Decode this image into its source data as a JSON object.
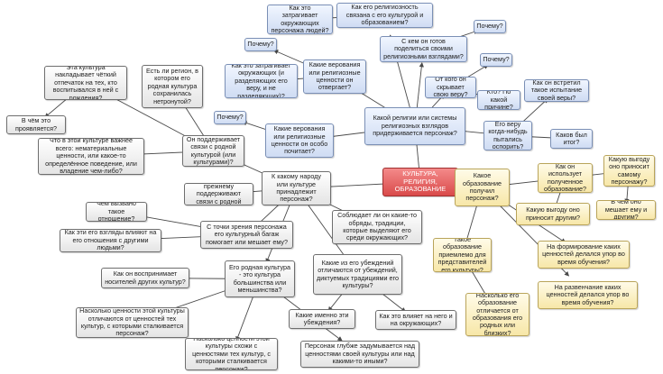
{
  "colors": {
    "central": "#e05a5a",
    "blue": "#cfdcf3",
    "yellow": "#f7e7a8",
    "grey": "#e4e4e4",
    "line": "#4a4a4a"
  },
  "nodes": {
    "central": "КУЛЬТУРА, РЕЛИГИЯ, ОБРАЗОВАНИЕ",
    "r_main": "Какой религии или системы религиозных взглядов придерживается персонаж?",
    "r_share": "С кем он готов поделиться своими религиозными взглядами?",
    "r_share_why": "Почему?",
    "r_hide": "От кого он скрывает свою веру?",
    "r_hide_why": "Почему?",
    "r_hide_reason": "Кто? По какой причине?",
    "r_test": "Его веру когда-нибудь пытались оспорить?",
    "r_test_how": "Как он встретил такое испытание своей веры?",
    "r_test_result": "Каков был итог?",
    "r_link": "Как его религиозность связана с его культурой и образованием?",
    "r_affects": "Как это затрагивает окружающих персонажа людей?",
    "r_reject": "Какие верования или религиозные ценности он отвергает?",
    "r_reject_why": "Почему?",
    "r_reject_affect": "Как это затрагивает окружающих (и разделяющих его веру, и не разделяющих)?",
    "r_honor": "Какие верования или религиозные ценности он особо почитает?",
    "r_honor_why": "Почему?",
    "c_people": "К какому народу или культуре принадлежит персонаж?",
    "c_ties": "Он поддерживает связи с родной культурой (или культурами)?",
    "c_mark": "Эта культура накладывает чёткий отпечаток на тех, кто воспитывался в ней с рождения?",
    "c_region": "Есть ли регион, в котором его родная культура сохранилась нетронутой?",
    "c_manifest": "В чём это проявляется?",
    "c_values": "Что в этой культуре важнее всего: нематериальные ценности, или какое-то определённое поведение, или владение чем-либо?",
    "c_relatives": "Его родные по-прежнему поддерживают связи с родной культурой?",
    "c_rites": "Соблюдает ли он какие-то обряды, традиции, которые выделяют его среди окружающих?",
    "c_baggage": "С точки зрения персонажа его культурный багаж помогает или мешает ему?",
    "c_baggage_why": "Чем вызвано такое отношение?",
    "c_baggage_others": "Как эти его взгляды влияют на его отношения с другими людьми?",
    "c_majority": "Его родная культура - это культура большинства или меньшинства?",
    "c_perceive": "Как он воспринимает носителей других культур?",
    "c_differ": "Насколько ценности этой культуры отличаются от ценностей тех культур, с которыми сталкивается персонаж?",
    "c_similar": "Насколько ценности этой культуры схожи с ценностями тех культур, с которыми сталкивается персонаж?",
    "c_beliefs": "Какие из его убеждений отличаются от убеждений, диктуемых традициями его культуры?",
    "c_which": "Какие именно эти убеждения?",
    "c_influence": "Как это влияет на него и на окружающих?",
    "c_deep": "Персонаж глубже задумывается над ценностями своей культуры или над какими-то иными?",
    "e_main": "Какое образование получил персонаж?",
    "e_use": "Как он использует полученное образование?",
    "e_benefit_self": "Какую выгоду оно приносит самому персонажу?",
    "e_benefit_others": "Какую выгоду оно приносит другим?",
    "e_what": "В чём оно мешает ему и другим?",
    "e_accept": "Такое образование приемлемо для представителей его культуры?",
    "e_form": "На формирование каких ценностей делался упор во время обучения?",
    "e_develop": "На развенчание каких ценностей делался упор во время обучения?",
    "e_differ": "Насколько его образование отличается от образования его родных или близких?"
  }
}
